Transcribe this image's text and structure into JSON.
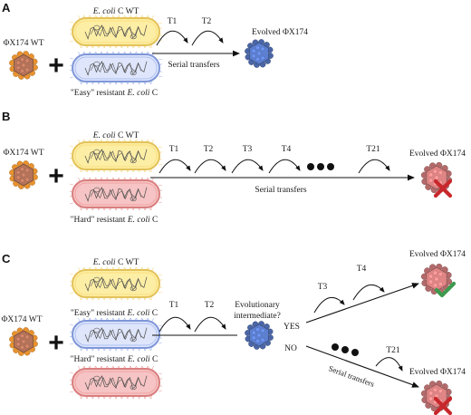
{
  "colors": {
    "phage_wt": "#b5735a",
    "phage_wt_spike": "#e8922f",
    "phage_evolved": "#5d7fd0",
    "phage_failed": "#e08585",
    "cell_wt_fill": "#fdeea5",
    "cell_wt_stroke": "#e3c25a",
    "cell_easy_fill": "#dfe6fb",
    "cell_easy_stroke": "#7f97d8",
    "cell_hard_fill": "#f6c4c4",
    "cell_hard_stroke": "#d97f7f",
    "check": "#3d9a4e",
    "cross": "#c8282c"
  },
  "panel_a": {
    "letter": "A",
    "phage_label": "ΦX174 WT",
    "plus": "+",
    "host_top_label": "E. coli C WT",
    "host_bottom_label": "\"Easy\" resistant E. coli C",
    "transfers": [
      "T1",
      "T2"
    ],
    "arrow_label": "Serial transfers",
    "result_label": "Evolved ΦX174"
  },
  "panel_b": {
    "letter": "B",
    "phage_label": "ΦX174 WT",
    "plus": "+",
    "host_top_label": "E. coli C WT",
    "host_bottom_label": "\"Hard\" resistant E. coli C",
    "transfers": [
      "T1",
      "T2",
      "T3",
      "T4",
      "T21"
    ],
    "arrow_label": "Serial transfers",
    "result_label": "Evolved ΦX174"
  },
  "panel_c": {
    "letter": "C",
    "phage_label": "ΦX174 WT",
    "plus": "+",
    "host_top_label": "E. coli C WT",
    "host_middle_label": "\"Easy\" resistant E. coli C",
    "host_bottom_label": "\"Hard\" resistant E. coli C",
    "transfers": [
      "T1",
      "T2"
    ],
    "intermediate_label_line1": "Evolutionary",
    "intermediate_label_line2": "intermediate?",
    "yes_label": "YES",
    "no_label": "NO",
    "yes_transfers": [
      "T3",
      "T4"
    ],
    "no_transfer": "T21",
    "no_arrow_label": "Serial transfers",
    "result_top_label": "Evolved ΦX174",
    "result_bottom_label": "Evolved ΦX174"
  }
}
